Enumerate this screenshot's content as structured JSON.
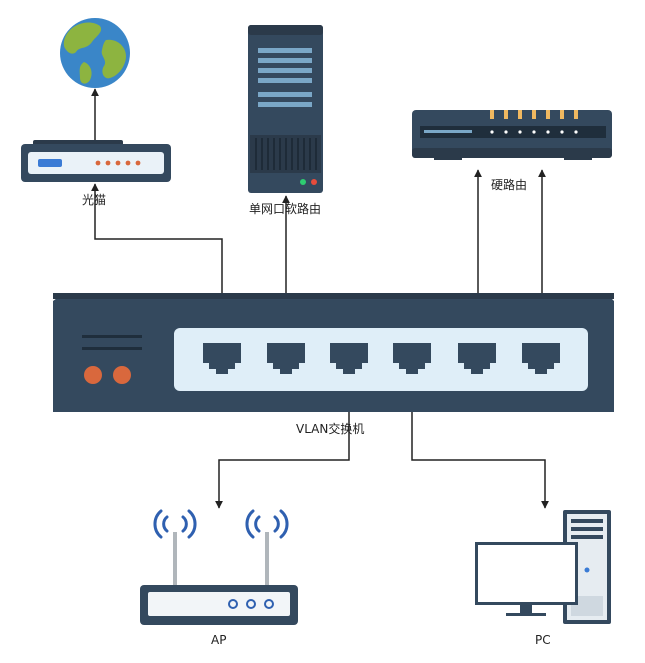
{
  "labels": {
    "modem": "光猫",
    "soft_router": "单网口软路由",
    "hard_router": "硬路由",
    "switch": "VLAN交换机",
    "ap": "AP",
    "pc": "PC"
  },
  "colors": {
    "device_dark": "#34495e",
    "switch_panel": "#dfeef8",
    "port": "#34495e",
    "orange": "#d9683d",
    "led": "#f0b860",
    "globe_ocean": "#3a86c8",
    "globe_land": "#8db440",
    "wifi": "#2f60b0",
    "connector": "#222222"
  },
  "icons": [
    "globe-icon",
    "modem-icon",
    "server-icon",
    "router-icon",
    "switch-icon",
    "wifi-icon",
    "desktop-pc-icon"
  ]
}
